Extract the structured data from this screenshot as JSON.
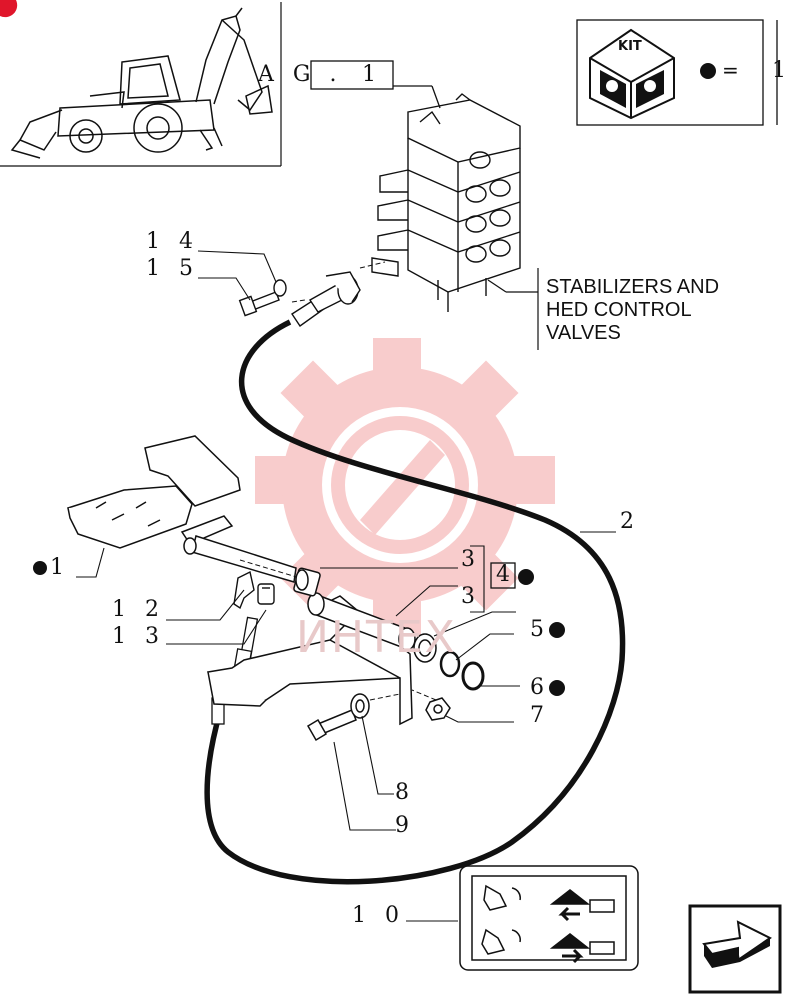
{
  "reference": {
    "prefix": "A G .",
    "value": "1"
  },
  "kit": {
    "label": "KIT",
    "equals": "=",
    "quantity": "1"
  },
  "note": {
    "lines": [
      "STABILIZERS AND",
      "HED CONTROL",
      "VALVES"
    ]
  },
  "callouts": {
    "c1": "1",
    "c2": "2",
    "c3a": "3",
    "c3b": "3",
    "c4": "4",
    "c5": "5",
    "c6": "6",
    "c7": "7",
    "c8": "8",
    "c9": "9",
    "c10": "1 0",
    "c12": "1 2",
    "c13": "1 3",
    "c14": "1 4",
    "c15": "1 5"
  },
  "watermark": {
    "text": "ИНТЕХ",
    "color": "#f26b6b"
  },
  "colors": {
    "line": "#111111",
    "watermark": "#f4a3a3",
    "corner_badge": "#e0162b"
  },
  "icons": [
    "backhoe-loader-illustration",
    "kit-cube-icon",
    "control-decal-icon",
    "next-page-arrow-icon"
  ]
}
